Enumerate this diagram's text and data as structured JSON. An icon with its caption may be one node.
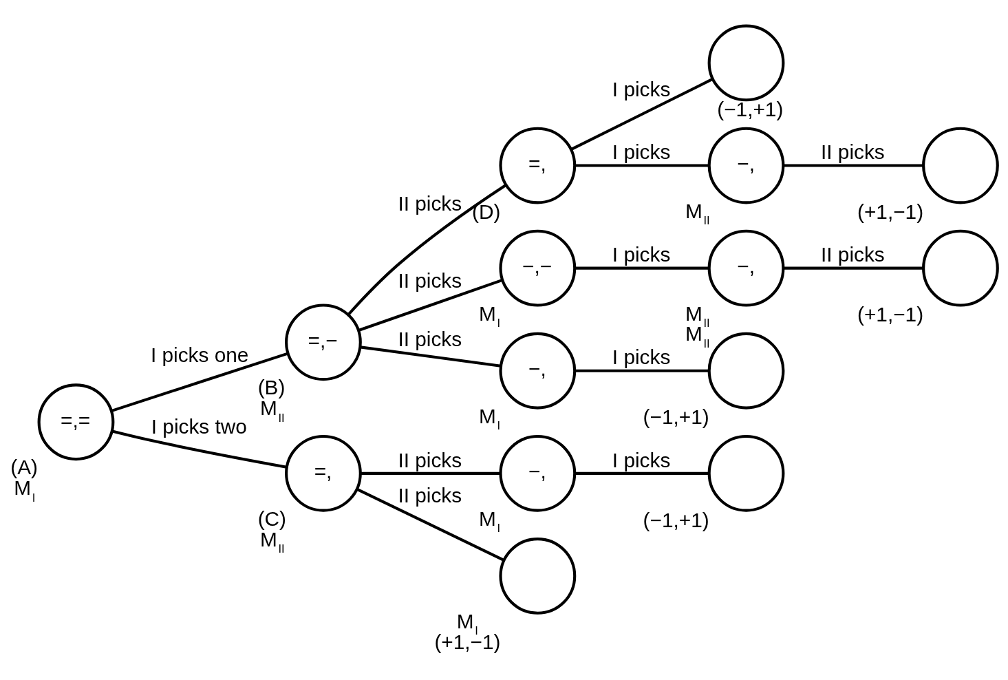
{
  "diagram": {
    "nodes": [
      {
        "text": [
          "=,="
        ],
        "beside": [
          "(A)",
          "M$_{I}$"
        ]
      },
      {
        "text": [
          "=,−"
        ],
        "beside": [
          "(B)",
          "M$_{II}$"
        ]
      },
      {
        "text": [
          "=,"
        ],
        "beside": [
          "(C)",
          "M$_{II}$"
        ]
      },
      {
        "text": [
          "=,"
        ],
        "beside": [
          "(D)"
        ]
      },
      {
        "text": [],
        "shape": "circle",
        "beside": [
          "(−1,+1)"
        ]
      },
      {
        "text": [
          "−,"
        ],
        "beside": [
          "M$_{II}$"
        ]
      },
      {
        "text": [],
        "shape": "circle",
        "beside": [
          "(+1,−1)"
        ]
      },
      {
        "text": [
          "−,−"
        ],
        "beside": [
          "M$_{I}$"
        ]
      },
      {
        "text": [
          "−,"
        ],
        "beside": [
          "M$_{II}$",
          "M$_{II}$"
        ]
      },
      {
        "text": [],
        "shape": "circle",
        "beside": [
          "(+1,−1)"
        ]
      },
      {
        "text": [
          "−,"
        ],
        "beside": [
          "M$_{I}$"
        ]
      },
      {
        "text": [],
        "shape": "circle",
        "beside": [
          "(−1,+1)"
        ]
      },
      {
        "text": [
          "−,"
        ],
        "beside": [
          "M$_{I}$"
        ]
      },
      {
        "text": [],
        "shape": "circle",
        "beside": [
          "(−1,+1)"
        ]
      },
      {
        "text": [],
        "shape": "circle",
        "beside": [
          "M$_{I}$",
          "(+1,−1)"
        ]
      }
    ],
    "edges": [
      {
        "from": 0,
        "to": 1,
        "arrow": "none",
        "label": "I picks one"
      },
      {
        "from": 0,
        "to": 2,
        "arrow": "none",
        "label": "I picks two"
      },
      {
        "from": 1,
        "to": 3,
        "arrow": "none",
        "label": "II picks"
      },
      {
        "from": 3,
        "to": 4,
        "arrow": "none",
        "label": "I picks"
      },
      {
        "from": 3,
        "to": 5,
        "arrow": "none",
        "label": "I picks"
      },
      {
        "from": 5,
        "to": 6,
        "arrow": "none",
        "label": "II picks"
      },
      {
        "from": 1,
        "to": 7,
        "arrow": "none",
        "label": "II picks"
      },
      {
        "from": 7,
        "to": 8,
        "arrow": "none",
        "label": "I picks"
      },
      {
        "from": 8,
        "to": 9,
        "arrow": "none",
        "label": "II picks"
      },
      {
        "from": 1,
        "to": 10,
        "arrow": "none",
        "label": "II picks"
      },
      {
        "from": 10,
        "to": 11,
        "arrow": "none",
        "label": "I picks"
      },
      {
        "from": 2,
        "to": 12,
        "arrow": "none",
        "label": "II picks"
      },
      {
        "from": 12,
        "to": 13,
        "arrow": "none",
        "label": "I picks"
      },
      {
        "from": 2,
        "to": 14,
        "arrow": "none",
        "label": "II picks"
      }
    ]
  }
}
